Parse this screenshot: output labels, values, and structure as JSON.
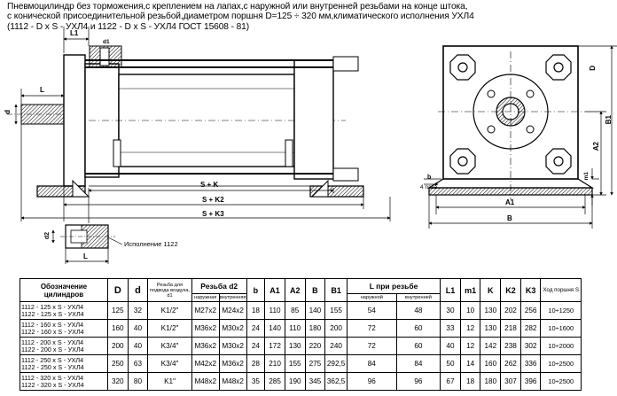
{
  "heading": {
    "line1": "Пневмоцилиндр без торможения,с креплением на лапах,с наружной или внутренней резьбами на конце штока,",
    "line2": "с конической присоединительной резьбой,диаметром поршня D=125 ÷ 320 мм,климатического исполнения УХЛ4",
    "line3": "(1112 - D x S - УХЛ4 и 1122 - D x S - УХЛ4 ГОСТ 15608 - 81)"
  },
  "drawing": {
    "dim_L1": "L1",
    "dim_d1": "d1",
    "dim_L": "L",
    "dim_d": "d",
    "dim_SK": "S + K",
    "dim_SK2": "S + K2",
    "dim_SK3": "S + K3",
    "variant_label": "Исполнение 1122",
    "dim_d2": "d2",
    "dim_L_bottom": "L",
    "dim_D": "D",
    "dim_A2": "A2",
    "dim_B1": "B1",
    "dim_m1": "m1",
    "dim_b": "b",
    "holes_label": "4 паза",
    "dim_A1": "A1",
    "dim_B": "B"
  },
  "table": {
    "headers": {
      "designation": "Обозначение цилиндров",
      "D": "D",
      "d": "d",
      "thread_d1": "Резьба для подвода воздуха, d1",
      "thread_d2": "Резьба d2",
      "d2_outer": "наружная",
      "d2_inner": "внутренняя",
      "b": "b",
      "A1": "A1",
      "A2": "A2",
      "B": "B",
      "B1": "B1",
      "L_thread": "L при резьбе",
      "L_outer": "наружной",
      "L_inner": "внутренней",
      "L1": "L1",
      "m1": "m1",
      "K": "K",
      "K2": "K2",
      "K3": "K3",
      "stroke": "Ход поршня S"
    },
    "rows": [
      {
        "name1": "1112 - 125 x S - УХЛ4",
        "name2": "1122 - 125 x S - УХЛ4",
        "D": "125",
        "d": "32",
        "d1": "K1/2\"",
        "d2_outer": "M27x2",
        "d2_inner": "M24x2",
        "b": "18",
        "A1": "110",
        "A2": "85",
        "B": "140",
        "B1": "155",
        "L_outer": "54",
        "L_inner": "48",
        "L1": "30",
        "m1": "10",
        "K": "130",
        "K2": "202",
        "K3": "256",
        "S": "10÷1250"
      },
      {
        "name1": "1112 - 160 x S - УХЛ4",
        "name2": "1122 - 160 x S - УХЛ4",
        "D": "160",
        "d": "40",
        "d1": "K1/2\"",
        "d2_outer": "M36x2",
        "d2_inner": "M30x2",
        "b": "24",
        "A1": "140",
        "A2": "110",
        "B": "180",
        "B1": "200",
        "L_outer": "72",
        "L_inner": "60",
        "L1": "33",
        "m1": "12",
        "K": "130",
        "K2": "218",
        "K3": "282",
        "S": "10÷1600"
      },
      {
        "name1": "1112 - 200 x S - УХЛ4",
        "name2": "1122 - 200 x S - УХЛ4",
        "D": "200",
        "d": "40",
        "d1": "K3/4\"",
        "d2_outer": "M36x2",
        "d2_inner": "M30x2",
        "b": "24",
        "A1": "172",
        "A2": "130",
        "B": "220",
        "B1": "240",
        "L_outer": "72",
        "L_inner": "60",
        "L1": "40",
        "m1": "12",
        "K": "142",
        "K2": "238",
        "K3": "302",
        "S": "10÷2000"
      },
      {
        "name1": "1112 - 250 x S - УХЛ4",
        "name2": "1122 - 250 x S - УХЛ4",
        "D": "250",
        "d": "63",
        "d1": "K3/4\"",
        "d2_outer": "M42x2",
        "d2_inner": "M36x2",
        "b": "28",
        "A1": "210",
        "A2": "155",
        "B": "275",
        "B1": "292,5",
        "L_outer": "84",
        "L_inner": "84",
        "L1": "50",
        "m1": "14",
        "K": "160",
        "K2": "262",
        "K3": "336",
        "S": "10÷2500"
      },
      {
        "name1": "1112 - 320 x S - УХЛ4",
        "name2": "1122 - 320 x S - УХЛ4",
        "D": "320",
        "d": "80",
        "d1": "K1\"",
        "d2_outer": "M48x2",
        "d2_inner": "M48x2",
        "b": "35",
        "A1": "285",
        "A2": "190",
        "B": "345",
        "B1": "362,5",
        "L_outer": "96",
        "L_inner": "96",
        "L1": "67",
        "m1": "18",
        "K": "180",
        "K2": "307",
        "K3": "396",
        "S": "10÷2500"
      }
    ]
  }
}
